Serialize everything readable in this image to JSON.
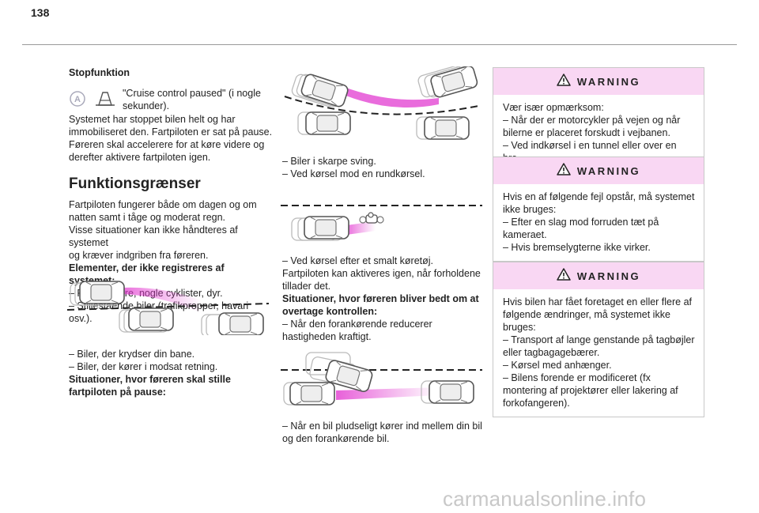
{
  "page_number": "138",
  "col1": {
    "stop_heading": "Stopfunktion",
    "stop_icon_text": "\"Cruise control paused\" (i nogle sekunder).",
    "stop_body": [
      "Systemet har stoppet bilen helt og har",
      "immobiliseret den. Fartpiloten er sat på pause.",
      "Føreren skal accelerere for at køre videre og",
      "derefter aktivere fartpiloten igen."
    ],
    "limits_heading": "Funktionsgrænser",
    "limits_body": [
      "Fartpiloten fungerer både om dagen og om",
      "natten samt i tåge og moderat regn.",
      "Visse situationer kan ikke håndteres af systemet",
      "og kræver indgriben fra føreren."
    ],
    "not_detected_heading": "Elementer, der ikke registreres af systemet:",
    "not_detected_items": [
      "–  Fodgængere, nogle cyklister, dyr.",
      "–  Stillestående biler (trafikpropper, havari osv.)."
    ],
    "fig1_items": [
      "–  Biler, der krydser din bane.",
      "–  Biler, der kører i modsat retning."
    ],
    "pause_heading": "Situationer, hvor føreren skal stille fartpiloten på pause:"
  },
  "col2": {
    "fig2_items": [
      "–  Biler i skarpe sving.",
      "–  Ved kørsel mod en rundkørsel."
    ],
    "fig3_item": "–  Ved kørsel efter et smalt køretøj.",
    "fig3_body": "Fartpiloten kan aktiveres igen, når forholdene tillader det.",
    "takeover_heading": "Situationer, hvor føreren bliver bedt om at overtage kontrollen:",
    "takeover_item": "–  Når den forankørende reducerer hastigheden kraftigt.",
    "fig4_item": "–  Når en bil pludseligt kører ind mellem din bil og den forankørende bil."
  },
  "warnings": [
    {
      "label": "WARNING",
      "lines": [
        "Vær især opmærksom:",
        "–  Når der er motorcykler på vejen og når bilerne er placeret forskudt i vejbanen.",
        "–  Ved indkørsel i en tunnel eller over en bro."
      ]
    },
    {
      "label": "WARNING",
      "lines": [
        "Hvis en af følgende fejl opstår, må systemet ikke bruges:",
        "–  Efter en slag mod forruden tæt på kameraet.",
        "–  Hvis bremselygterne ikke virker."
      ]
    },
    {
      "label": "WARNING",
      "lines": [
        "Hvis bilen har fået foretaget en eller flere af følgende ændringer, må systemet ikke bruges:",
        "–  Transport af lange genstande på tagbøjler eller tagbagagebærer.",
        "–  Kørsel med anhænger.",
        "–  Bilens forende er modificeret (fx montering af projektører eller lakering af forkofangeren)."
      ]
    }
  ],
  "footer": "carmanualsonline.info",
  "icon_names": [
    "cruise-control-icon",
    "pause-car-icon",
    "warning-triangle-icon",
    "car-icon",
    "motorcycle-icon"
  ]
}
